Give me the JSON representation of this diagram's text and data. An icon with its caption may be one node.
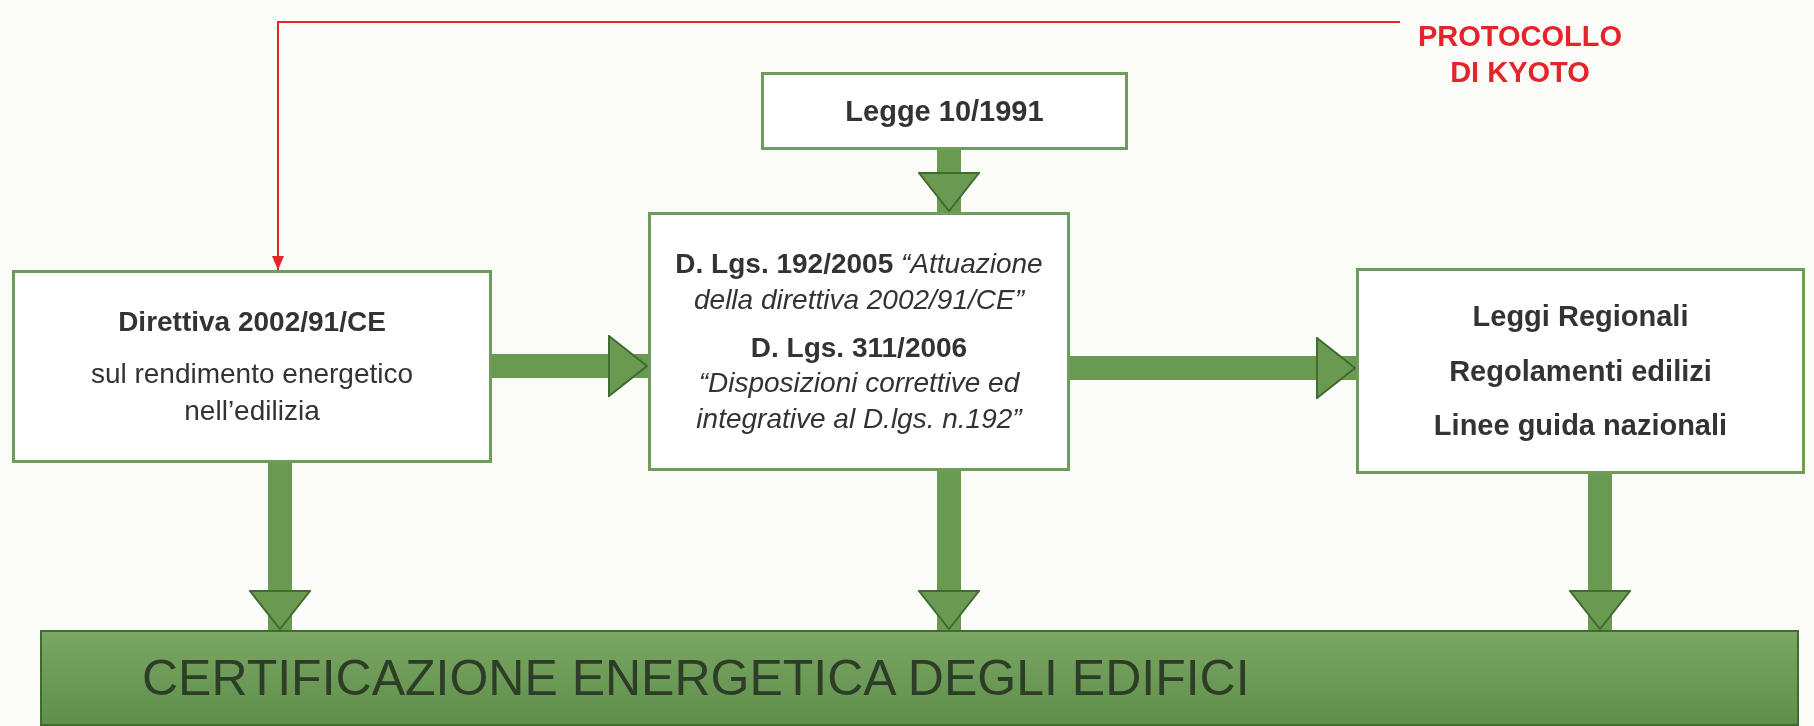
{
  "diagram": {
    "nodes": [
      {
        "text": [
          "PROTOCOLLO DI KYOTO"
        ]
      },
      {
        "text": [
          "Legge 10/1991"
        ]
      },
      {
        "text": [
          "Direttiva 2002/91/CE",
          "sul rendimento energetico nell’edilizia"
        ]
      },
      {
        "text": [
          "**D. Lgs. 192/2005** *“Attuazione della direttiva 2002/91/CE”*",
          "**D. Lgs. 311/2006** *“Disposizioni correttive ed integrative al D.lgs. n.192”*"
        ]
      },
      {
        "text": [
          "Leggi Regionali",
          "Regolamenti edilizi",
          "Linee guida nazionali"
        ]
      },
      {
        "text": [
          "CERTIFICAZIONE ENERGETICA DEGLI EDIFICI"
        ]
      }
    ],
    "edges": [
      {
        "from": 0,
        "to": 2,
        "arrow": "to",
        "color": "#e3242b"
      },
      {
        "from": 1,
        "to": 3,
        "arrow": "to"
      },
      {
        "from": 2,
        "to": 3,
        "arrow": "to"
      },
      {
        "from": 3,
        "to": 4,
        "arrow": "to"
      },
      {
        "from": 2,
        "to": 5,
        "arrow": "to"
      },
      {
        "from": 3,
        "to": 5,
        "arrow": "to"
      },
      {
        "from": 4,
        "to": 5,
        "arrow": "to"
      }
    ]
  }
}
